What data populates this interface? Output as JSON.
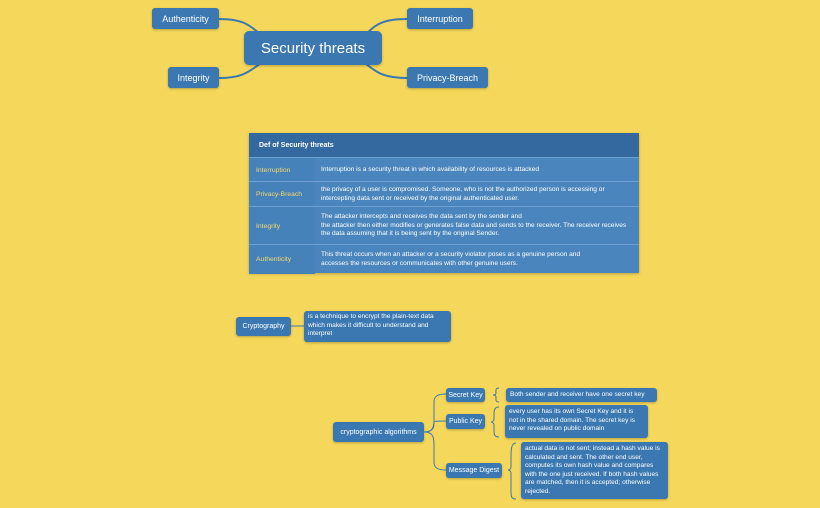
{
  "mindmap": {
    "root": "Security threats",
    "branches": [
      "Authenticity",
      "Interruption",
      "Integrity",
      "Privacy-Breach"
    ]
  },
  "table": {
    "title": "Def of Security threats",
    "rows": [
      {
        "key": "Interruption",
        "value": "Interruption is a security threat in which availability of resources is attacked"
      },
      {
        "key": "Privacy-Breach",
        "value": " the privacy of a user is compromised. Someone, who is not the authorized person is accessing or intercepting data sent or received by the original authenticated user."
      },
      {
        "key": "Integrity",
        "value": "The attacker intercepts and receives the data sent by the sender and\nthe attacker then either modifies or generates false data and sends to the receiver. The receiver receives the data assuming that it is being sent by the original Sender."
      },
      {
        "key": "Authenticity",
        "value": "This threat occurs when an attacker or a security violator poses as a genuine person and\n accesses the resources or communicates with other genuine users."
      }
    ]
  },
  "cryptography": {
    "label": "Cryptography",
    "description": "is a technique to encrypt the plain-text data which makes it difficult to understand and interpret"
  },
  "algorithms": {
    "label": "cryptographic algorithms",
    "items": [
      {
        "label": "Secret Key",
        "description": "Both sender and receiver have one secret key"
      },
      {
        "label": "Public Key",
        "description": " every user has its own Secret Key and it is not in the shared domain. The secret key is never revealed on public domain"
      },
      {
        "label": "Message Digest",
        "description": "actual data is not sent; instead a hash value is calculated and sent. The other end user, computes its own hash value and compares with the one just received. If both hash values are matched, then it is accepted; otherwise rejected."
      }
    ]
  },
  "colors": {
    "background": "#f4d75b",
    "node": "#3b78b1",
    "row_key_text": "#f6d86a"
  }
}
